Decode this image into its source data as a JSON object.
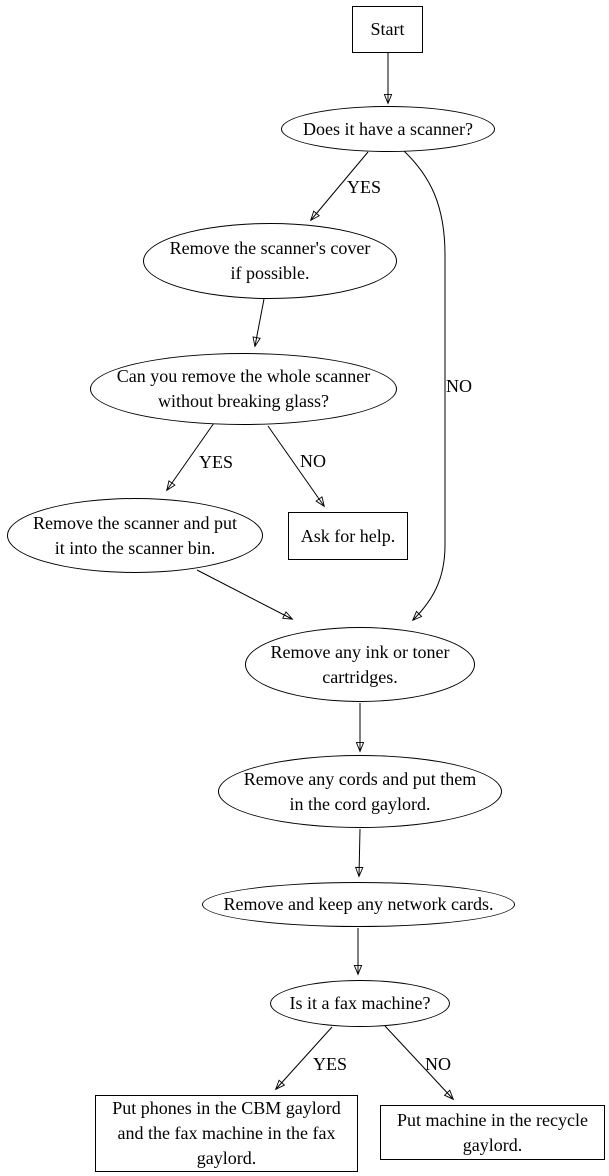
{
  "diagram": {
    "type": "flowchart",
    "background": "#ffffff",
    "stroke_color": "#000000",
    "text_color": "#000000",
    "nodes": {
      "start": {
        "label": "Start",
        "shape": "rect"
      },
      "has_scanner": {
        "label": "Does it have a scanner?",
        "shape": "ellipse"
      },
      "remove_cover": {
        "label": "Remove the scanner's cover\nif possible.",
        "shape": "ellipse"
      },
      "remove_whole": {
        "label": "Can you remove the whole scanner\nwithout breaking glass?",
        "shape": "ellipse"
      },
      "scanner_bin": {
        "label": "Remove the scanner and put\nit into the scanner bin.",
        "shape": "ellipse"
      },
      "ask_help": {
        "label": "Ask for help.",
        "shape": "rect"
      },
      "ink_toner": {
        "label": "Remove any ink or toner\ncartridges.",
        "shape": "ellipse"
      },
      "cords": {
        "label": "Remove any cords and put them\nin the cord gaylord.",
        "shape": "ellipse"
      },
      "network_cards": {
        "label": "Remove and keep any network cards.",
        "shape": "ellipse"
      },
      "fax_machine": {
        "label": "Is it a fax machine?",
        "shape": "ellipse"
      },
      "phones_gaylord": {
        "label": "Put phones in the CBM gaylord\nand the fax machine in the fax\ngaylord.",
        "shape": "rect"
      },
      "recycle_gaylord": {
        "label": "Put machine in the recycle\ngaylord.",
        "shape": "rect"
      }
    },
    "edges": [
      {
        "from": "start",
        "to": "has_scanner",
        "label": ""
      },
      {
        "from": "has_scanner",
        "to": "remove_cover",
        "label": "YES"
      },
      {
        "from": "has_scanner",
        "to": "ink_toner",
        "label": "NO"
      },
      {
        "from": "remove_cover",
        "to": "remove_whole",
        "label": ""
      },
      {
        "from": "remove_whole",
        "to": "scanner_bin",
        "label": "YES"
      },
      {
        "from": "remove_whole",
        "to": "ask_help",
        "label": "NO"
      },
      {
        "from": "scanner_bin",
        "to": "ink_toner",
        "label": ""
      },
      {
        "from": "ink_toner",
        "to": "cords",
        "label": ""
      },
      {
        "from": "cords",
        "to": "network_cards",
        "label": ""
      },
      {
        "from": "network_cards",
        "to": "fax_machine",
        "label": ""
      },
      {
        "from": "fax_machine",
        "to": "phones_gaylord",
        "label": "YES"
      },
      {
        "from": "fax_machine",
        "to": "recycle_gaylord",
        "label": "NO"
      }
    ]
  }
}
